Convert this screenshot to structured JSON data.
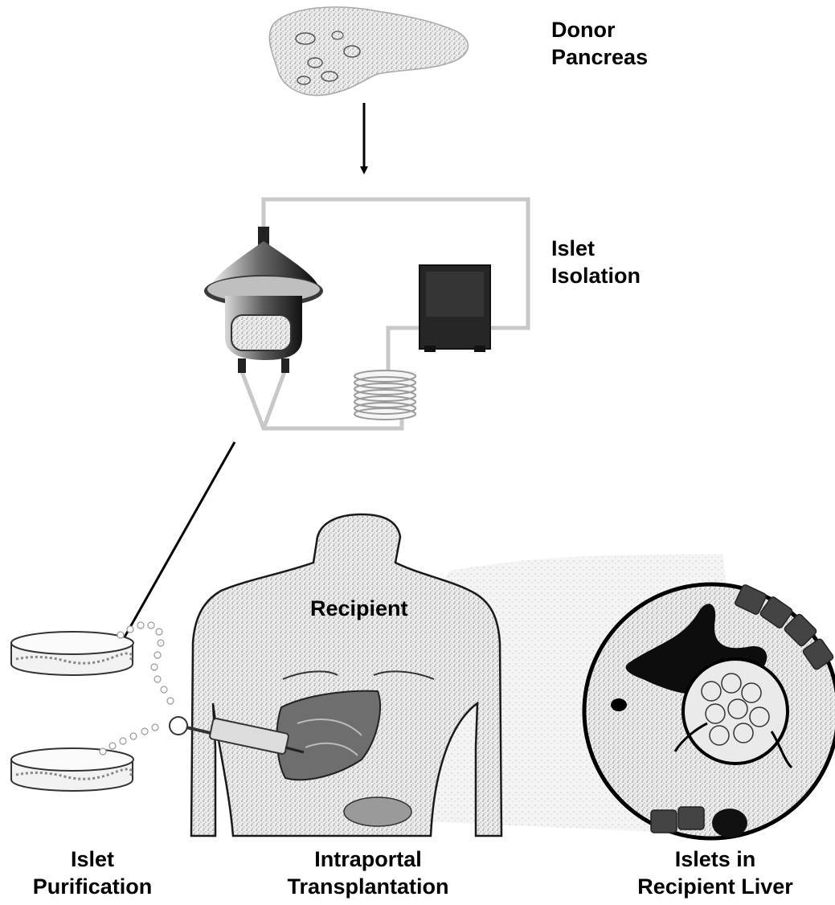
{
  "labels": {
    "donor": [
      "Donor",
      "Pancreas"
    ],
    "isolation": [
      "Islet",
      "Isolation"
    ],
    "recipient": "Recipient",
    "purification": [
      "Islet",
      "Purification"
    ],
    "transplantation": [
      "Intraportal",
      "Transplantation"
    ],
    "liver": [
      "Islets in",
      "Recipient Liver"
    ]
  },
  "colors": {
    "stipple": "#bdbdbd",
    "ink": "#000000",
    "device_dark": "#262626",
    "tube": "#cfcfcf"
  },
  "icons": {
    "pancreas": "donor-pancreas-icon",
    "chamber": "digestion-chamber-icon",
    "pump": "pump-icon",
    "coil": "heating-coil-icon",
    "dish_1": "petri-dish-icon",
    "dish_2": "petri-dish-icon",
    "body": "recipient-body-icon",
    "syringe": "syringe-icon",
    "liver": "liver-icon",
    "magnified": "magnified-liver-islet-icon"
  }
}
